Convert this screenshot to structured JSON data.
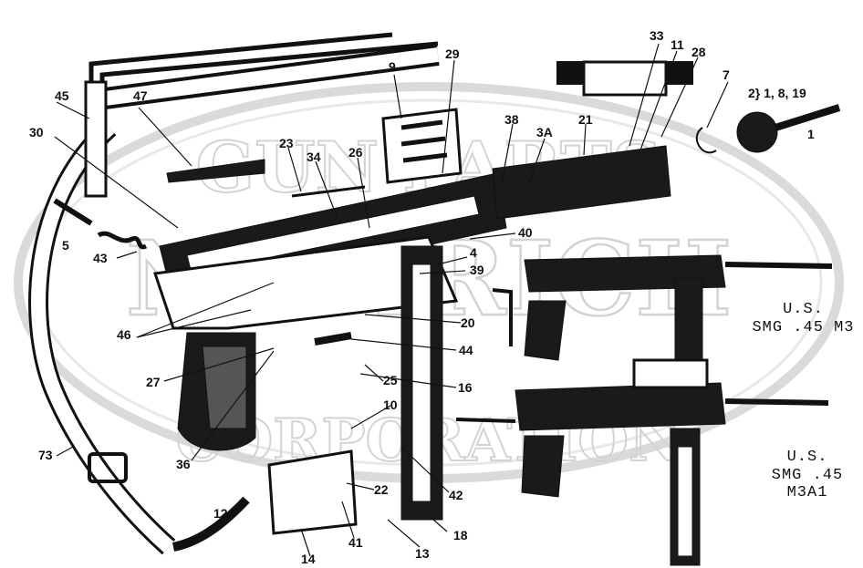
{
  "watermark": {
    "line1": "GUN PARTS",
    "line2": "NUMRICH",
    "line3": "CORPORATION"
  },
  "callouts": [
    "45",
    "47",
    "9",
    "29",
    "33",
    "11",
    "28",
    "7",
    "2} 1, 8, 19",
    "1",
    "30",
    "23",
    "26",
    "34",
    "38",
    "3A",
    "21",
    "5",
    "43",
    "40",
    "4",
    "39",
    "46",
    "20",
    "27",
    "44",
    "25",
    "16",
    "10",
    "36",
    "73",
    "42",
    "22",
    "12",
    "41",
    "13",
    "18",
    "14"
  ],
  "models": {
    "m3": {
      "line1": "U.S.",
      "line2": "SMG .45 M3"
    },
    "m3a1": {
      "line1": "U.S.",
      "line2": "SMG .45",
      "line3": "M3A1"
    }
  },
  "colors": {
    "ink": "#111111",
    "watermark": "#c9c9c9",
    "paper": "#ffffff"
  }
}
